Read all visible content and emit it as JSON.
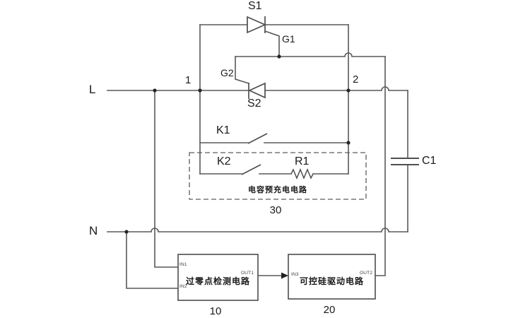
{
  "terminals": {
    "live": "L",
    "neutral": "N"
  },
  "nodes": {
    "n1": "1",
    "n2": "2"
  },
  "components": {
    "s1": "S1",
    "s2": "S2",
    "g1": "G1",
    "g2": "G2",
    "k1": "K1",
    "k2": "K2",
    "r1": "R1",
    "c1": "C1"
  },
  "precharge_box": {
    "title": "电容预充电电路",
    "ref": "30"
  },
  "detector_box": {
    "title": "过零点检测电路",
    "ref": "10",
    "port_in1": "IN1",
    "port_in2": "IN2",
    "port_out1": "OUT1"
  },
  "driver_box": {
    "title": "可控硅驱动电路",
    "ref": "20",
    "port_in3": "IN3",
    "port_out2": "OUT2"
  },
  "colors": {
    "wire": "#585858",
    "text": "#1a1a1a",
    "background": "#ffffff"
  }
}
